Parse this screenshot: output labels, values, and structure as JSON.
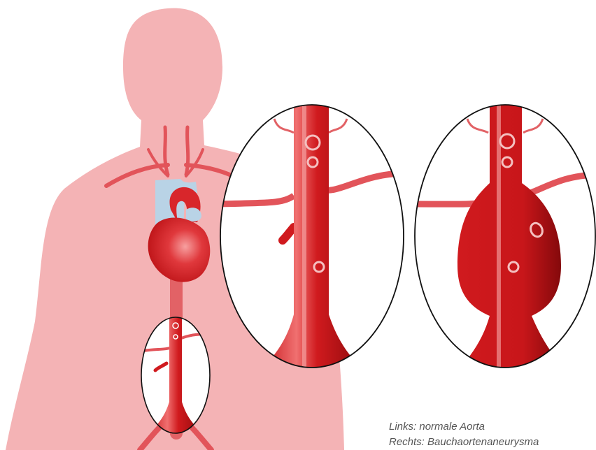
{
  "caption": {
    "line1": "Links: normale Aorta",
    "line2": "Rechts: Bauchaortenaneurysma"
  },
  "colors": {
    "body_silhouette": "#f4b3b5",
    "artery": "#d01a1e",
    "artery_dark": "#8e0a0c",
    "vein": "#b9d3e6",
    "heart": "#d8262b",
    "vessel_outline": "#111111"
  },
  "figures": [
    {
      "name": "normal-aorta",
      "shape": "normal"
    },
    {
      "name": "abdominal-aortic-aneurysm",
      "shape": "aneurysm"
    }
  ]
}
